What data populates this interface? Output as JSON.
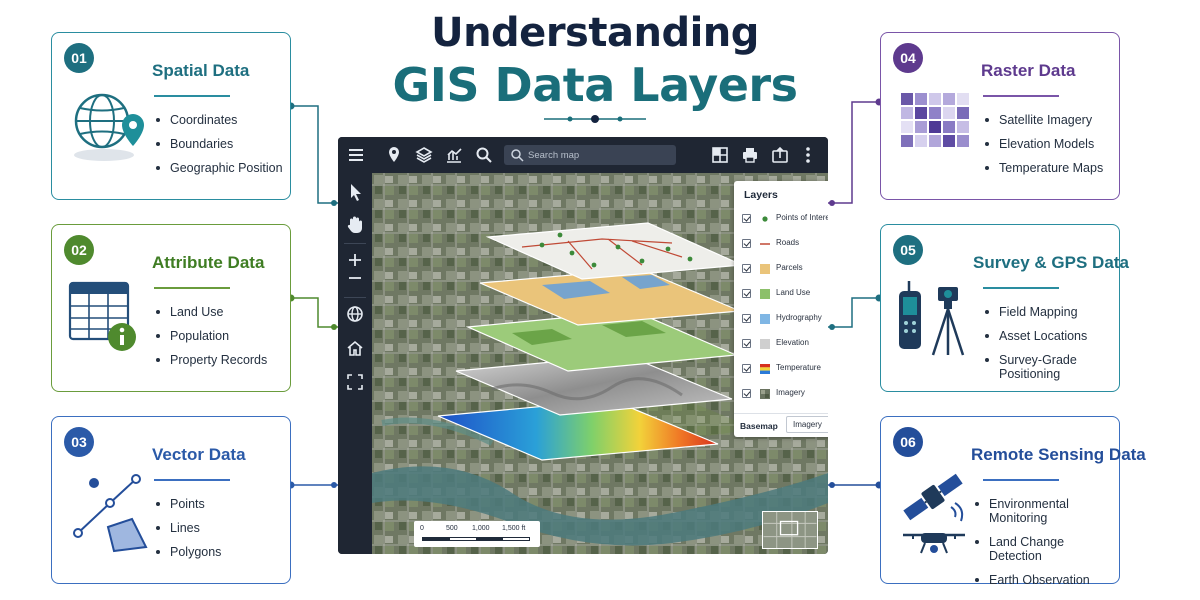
{
  "title": {
    "line1": "Understanding",
    "line2": "GIS Data Layers"
  },
  "colors": {
    "title_dark": "#14233f",
    "title_teal": "#1a6e7a",
    "teal": "#1e6f80",
    "green": "#4f8a2e",
    "blue": "#2b5aa8",
    "purple": "#5e3a8e",
    "navy": "#244e9a"
  },
  "cards": [
    {
      "number": "01",
      "title": "Spatial Data",
      "icon": "globe-pin-icon",
      "items": [
        "Coordinates",
        "Boundaries",
        "Geographic Position"
      ]
    },
    {
      "number": "02",
      "title": "Attribute Data",
      "icon": "table-info-icon",
      "items": [
        "Land Use",
        "Population",
        "Property Records"
      ]
    },
    {
      "number": "03",
      "title": "Vector Data",
      "icon": "vector-shapes-icon",
      "items": [
        "Points",
        "Lines",
        "Polygons"
      ]
    },
    {
      "number": "04",
      "title": "Raster Data",
      "icon": "raster-grid-icon",
      "items": [
        "Satellite Imagery",
        "Elevation Models",
        "Temperature Maps"
      ]
    },
    {
      "number": "05",
      "title": "Survey & GPS Data",
      "icon": "gps-survey-icon",
      "items": [
        "Field Mapping",
        "Asset Locations",
        "Survey-Grade Positioning"
      ]
    },
    {
      "number": "06",
      "title": "Remote Sensing Data",
      "icon": "satellite-drone-icon",
      "items": [
        "Environmental Monitoring",
        "Land Change Detection",
        "Earth Observation"
      ]
    }
  ],
  "app": {
    "search_placeholder": "Search map",
    "layers_panel": {
      "title": "Layers",
      "close": "×",
      "layers": [
        {
          "label": "Points of Interest"
        },
        {
          "label": "Roads"
        },
        {
          "label": "Parcels"
        },
        {
          "label": "Land Use"
        },
        {
          "label": "Hydrography"
        },
        {
          "label": "Elevation"
        },
        {
          "label": "Temperature"
        },
        {
          "label": "Imagery"
        }
      ],
      "basemap_label": "Basemap",
      "basemap_value": "Imagery"
    },
    "scale": {
      "t0": "0",
      "t1": "500",
      "t2": "1,000",
      "t3": "1,500 ft"
    }
  }
}
